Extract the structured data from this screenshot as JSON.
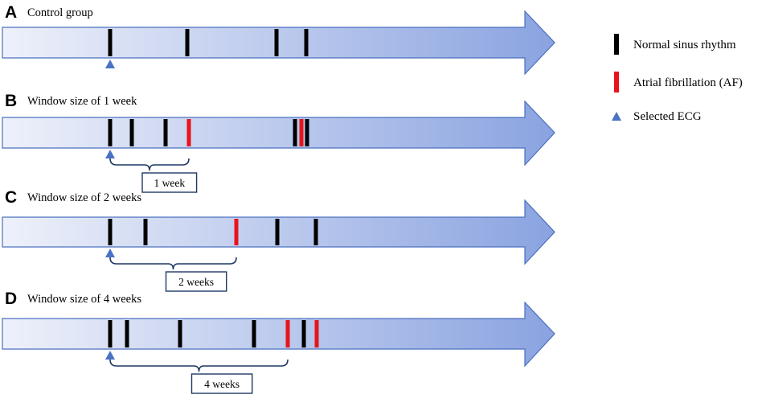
{
  "colors": {
    "arrow_start": "#eef1fa",
    "arrow_end": "#8aa3e0",
    "arrow_border": "#4a6fbf",
    "normal_sinus": "#000000",
    "atrial_fibrillation": "#e8141c",
    "selected_marker": "#4a72c4",
    "bracket": "#1f3864"
  },
  "legend": [
    {
      "kind": "normal",
      "label": "Normal sinus rhythm"
    },
    {
      "kind": "af",
      "label": "Atrial fibrillation (AF)"
    },
    {
      "kind": "selected",
      "label": "Selected ECG"
    }
  ],
  "panels": [
    {
      "letter": "A",
      "caption": "Control group",
      "events": [
        {
          "pos": 0.0,
          "kind": "normal"
        },
        {
          "pos": 0.2909,
          "kind": "normal"
        },
        {
          "pos": 0.6273,
          "kind": "normal"
        },
        {
          "pos": 0.7394,
          "kind": "normal"
        }
      ],
      "selected_pos": 0.0,
      "window": null
    },
    {
      "letter": "B",
      "caption": "Window size of 1 week",
      "events": [
        {
          "pos": 0.0,
          "kind": "normal"
        },
        {
          "pos": 0.0818,
          "kind": "normal"
        },
        {
          "pos": 0.2091,
          "kind": "normal"
        },
        {
          "pos": 0.2969,
          "kind": "af"
        },
        {
          "pos": 0.697,
          "kind": "normal"
        },
        {
          "pos": 0.7212,
          "kind": "af"
        },
        {
          "pos": 0.7424,
          "kind": "normal"
        }
      ],
      "selected_pos": 0.0,
      "window": {
        "end_pos": 0.2969,
        "label": "1 week"
      }
    },
    {
      "letter": "C",
      "caption": "Window size of 2 weeks",
      "events": [
        {
          "pos": 0.0,
          "kind": "normal"
        },
        {
          "pos": 0.1333,
          "kind": "normal"
        },
        {
          "pos": 0.4758,
          "kind": "af"
        },
        {
          "pos": 0.6303,
          "kind": "normal"
        },
        {
          "pos": 0.7758,
          "kind": "normal"
        }
      ],
      "selected_pos": 0.0,
      "window": {
        "end_pos": 0.4758,
        "label": "2 weeks"
      }
    },
    {
      "letter": "D",
      "caption": "Window size of 4 weeks",
      "events": [
        {
          "pos": 0.0,
          "kind": "normal"
        },
        {
          "pos": 0.0636,
          "kind": "normal"
        },
        {
          "pos": 0.2636,
          "kind": "normal"
        },
        {
          "pos": 0.5424,
          "kind": "normal"
        },
        {
          "pos": 0.6697,
          "kind": "af"
        },
        {
          "pos": 0.7303,
          "kind": "normal"
        },
        {
          "pos": 0.7788,
          "kind": "af"
        }
      ],
      "selected_pos": 0.0,
      "window": {
        "end_pos": 0.6697,
        "label": "4 weeks"
      }
    }
  ]
}
